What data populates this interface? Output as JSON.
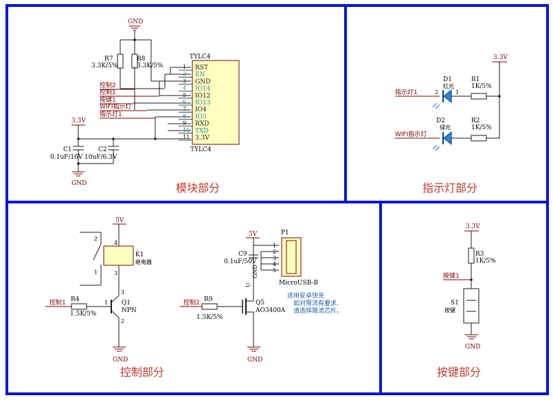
{
  "panels": {
    "module": "模块部分",
    "indicator": "指示灯部分",
    "control": "控制部分",
    "button": "按键部分"
  },
  "module": {
    "chip_name_top": "TYLC4",
    "chip_name_bottom": "TYLC4",
    "pins": [
      {
        "num": "1",
        "name": "RST",
        "type": "pin"
      },
      {
        "num": "2",
        "name": "EN",
        "type": "io"
      },
      {
        "num": "3",
        "name": "GND",
        "type": "pin"
      },
      {
        "num": "4",
        "name": "IO14",
        "type": "io"
      },
      {
        "num": "5",
        "name": "IO12",
        "type": "pin"
      },
      {
        "num": "6",
        "name": "IO13",
        "type": "io"
      },
      {
        "num": "7",
        "name": "IO4",
        "type": "pin"
      },
      {
        "num": "8",
        "name": "IO5",
        "type": "io"
      },
      {
        "num": "9",
        "name": "RXD",
        "type": "pin"
      },
      {
        "num": "10",
        "name": "TXD",
        "type": "io"
      },
      {
        "num": "11",
        "name": "3.3V",
        "type": "pin"
      }
    ],
    "nets": [
      "控制2",
      "控制1",
      "按键1",
      "WIFI指示灯",
      "指示灯1"
    ],
    "gnd_top": "GND",
    "gnd_bottom": "GND",
    "vcc": "3.3V",
    "r7_ref": "R7",
    "r7_val": "3.3K/5%",
    "r8_ref": "R8",
    "r8_val": "3.3K/5%",
    "c1_ref": "C1",
    "c1_val": "0.1uF/16V",
    "c2_ref": "C2",
    "c2_val": "10uF/6.3V"
  },
  "indicator": {
    "vcc": "3.3V",
    "d1_ref": "D1",
    "d1_color": "红光",
    "d2_ref": "D2",
    "d2_color": "绿光",
    "r1_ref": "R1",
    "r1_val": "1K/5%",
    "r2_ref": "R2",
    "r2_val": "1K/5%",
    "net1": "指示灯1",
    "net2": "WIFI指示灯",
    "pin2": "2",
    "pin1": "1"
  },
  "control": {
    "vcc_relay": "5V",
    "k1_ref": "K1",
    "k1_val": "继电器",
    "r4_ref": "R4",
    "r4_val": "1.5K/5%",
    "net_ctrl1": "控制1",
    "q1_ref": "Q1",
    "q1_val": "NPN",
    "gnd_q1": "GND",
    "vcc_usb": "5V",
    "c9_ref": "C9",
    "c9_val": "0.1uF/50V",
    "p1_ref": "P1",
    "p1_val": "MicroUSB-B",
    "usb_side": "GND",
    "usb_u": "U",
    "r9_ref": "R9",
    "r9_val": "1.5K/5%",
    "net_ctrl2": "控制2",
    "q5_ref": "Q5",
    "q5_val": "AO3400A",
    "gnd_q5": "GND",
    "note": [
      "适用安卓快充",
      "如对限流有要求,",
      "请选择限流芯片。"
    ],
    "pin_nums": [
      "1",
      "2",
      "3",
      "4",
      "5"
    ]
  },
  "button": {
    "vcc": "3.3V",
    "r3_ref": "R3",
    "r3_val": "1K/5%",
    "net": "按键1",
    "s1_ref": "S1",
    "s1_val": "按键",
    "gnd": "GND"
  }
}
